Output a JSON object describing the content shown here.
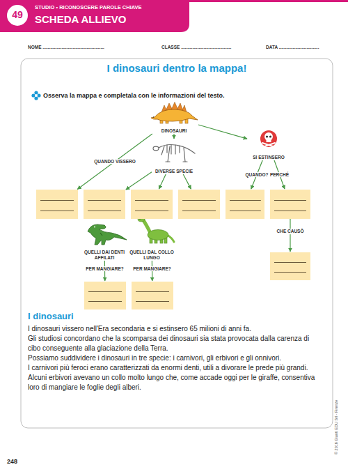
{
  "diagram": {
    "title": "I dinosauri dentro la mappa!",
    "nodes": [
      {
        "text": [
          "DINOSAURI"
        ]
      },
      {
        "text": [
          "DIVERSE SPECIE"
        ]
      },
      {
        "text": [
          "SI ESTINSERO"
        ]
      },
      {
        "text": []
      },
      {
        "text": []
      },
      {
        "text": []
      },
      {
        "text": []
      },
      {
        "text": []
      },
      {
        "text": []
      },
      {
        "text": []
      },
      {
        "text": [
          "QUELLI DAI DENTI AFFILATI"
        ]
      },
      {
        "text": [
          "QUELLI DAL COLLO LUNGO"
        ]
      },
      {
        "text": []
      },
      {
        "text": []
      }
    ],
    "edges": [
      {
        "from": 0,
        "to": 3,
        "arrow": "to",
        "label": "QUANDO VISSERO"
      },
      {
        "from": 0,
        "to": 1,
        "arrow": "to"
      },
      {
        "from": 0,
        "to": 2,
        "arrow": "to"
      },
      {
        "from": 1,
        "to": 4,
        "arrow": "to"
      },
      {
        "from": 1,
        "to": 5,
        "arrow": "to"
      },
      {
        "from": 1,
        "to": 6,
        "arrow": "to"
      },
      {
        "from": 2,
        "to": 7,
        "arrow": "to",
        "label": "QUANDO?"
      },
      {
        "from": 2,
        "to": 8,
        "arrow": "to",
        "label": "PERCHÉ"
      },
      {
        "from": 8,
        "to": 9,
        "arrow": "to",
        "label": "CHE CAUSÒ"
      },
      {
        "from": 10,
        "to": 12,
        "arrow": "to",
        "label": "PER MANGIARE?"
      },
      {
        "from": 11,
        "to": 13,
        "arrow": "to",
        "label": "PER MANGIARE?"
      }
    ],
    "labels": [
      "49",
      "STUDIO • RICONOSCERE PAROLE CHIAVE",
      "SCHEDA ALLIEVO",
      "NOME .................................................",
      "CLASSE ........................................",
      "DATA ................................",
      "Osserva la mappa e completala con le informazioni del testo.",
      "I dinosauri",
      "I dinosauri vissero nell'Era secondaria e si estinsero 65 milioni di anni fa.",
      "Gli studiosi concordano che la scomparsa dei dinosauri sia stata provocata dalla carenza di cibo conseguente alla glaciazione della Terra.",
      "Possiamo suddividere i dinosauri in tre specie: i carnivori, gli erbivori e gli onnivori.",
      "I carnivori più feroci erano caratterizzati da enormi denti, utili a divorare le prede più grandi.",
      "Alcuni erbivori avevano un collo molto lungo che, come accade oggi per le giraffe, consentiva loro di mangiare le foglie degli alberi.",
      "© 2016 Giunti EDU Srl - Firenze",
      "248"
    ]
  }
}
